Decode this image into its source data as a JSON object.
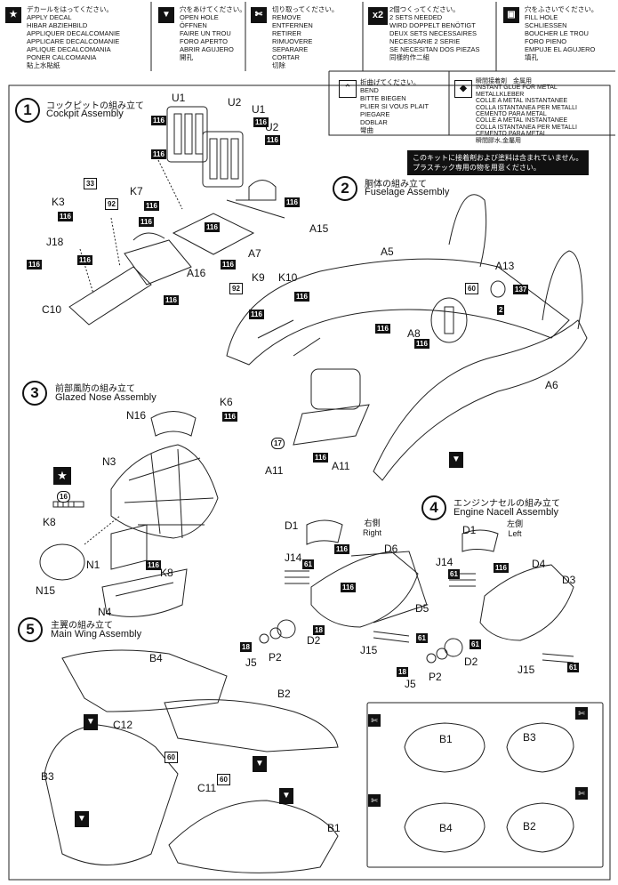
{
  "legend": {
    "decal": [
      "デカールをはってください。",
      "APPLY DECAL",
      "HIBAR ABZIEHBILD",
      "APPLIQUER DECALCOMANIE",
      "APPLICARE DECALCOMANIE",
      "APLIQUE DECALCOMANIA",
      "PONER CALCOMANIA",
      "貼上水貼紙"
    ],
    "open_hole": [
      "穴をあけてください。",
      "OPEN HOLE",
      "ÖFFNEN",
      "FAIRE UN TROU",
      "FORO APERTO",
      "ABRIR AGUJERO",
      "開孔"
    ],
    "remove": [
      "切り取ってください。",
      "REMOVE",
      "ENTFERNEN",
      "RETIRER",
      "RIMUOVERE",
      "SEPARARE",
      "CORTAR",
      "切除"
    ],
    "x2_badge": "x2",
    "x2": [
      "2個つくってください。",
      "2 SETS NEEDED",
      "WIRD DOPPELT BENÖTIGT",
      "DEUX SETS NECESSAIRES",
      "NECESSARIE 2 SERIE",
      "SE NECESITAN DOS PIEZAS",
      "同樣的作二組"
    ],
    "fill_hole": [
      "穴をふさいでください。",
      "FILL HOLE",
      "SCHLIESSEN",
      "BOUCHER LE TROU",
      "FORO PIENO",
      "EMPUJE EL AGUJERO",
      "填孔"
    ],
    "bend": [
      "折曲げてください。",
      "BEND",
      "BITTE BIEGEN",
      "PLIER SI VOUS PLAIT",
      "PIEGARE",
      "DOBLAR",
      "彎曲"
    ],
    "glue": [
      "瞬間接着剤　金属用",
      "INSTANT GLUE FOR METAL",
      "METALLKLEBER",
      "COLLE A METAL INSTANTANEE",
      "COLLA ISTANTANEA PER METALLI",
      "CEMENTO PARA METAL",
      "COLLE A METAL INSTANTANEE",
      "COLLA ISTANTANEA PER METALLI",
      "CEMENTO PARA METAL",
      "瞬間膠水,金屬用"
    ]
  },
  "warning_note": [
    "このキットに接着剤および塗料は含まれていません。",
    "プラスチック専用の物を用意ください。"
  ],
  "steps": [
    {
      "no": "1",
      "jp": "コックピットの組み立て",
      "en": "Cockpit Assembly"
    },
    {
      "no": "2",
      "jp": "胴体の組み立て",
      "en": "Fuselage Assembly"
    },
    {
      "no": "3",
      "jp": "前部風防の組み立て",
      "en": "Glazed Nose Assembly"
    },
    {
      "no": "4",
      "jp": "エンジンナセルの組み立て",
      "en": "Engine Nacell Assembly"
    },
    {
      "no": "5",
      "jp": "主翼の組み立て",
      "en": "Main Wing Assembly"
    }
  ],
  "sides": {
    "right_jp": "右側",
    "right_en": "Right",
    "left_jp": "左側",
    "left_en": "Left"
  },
  "parts": {
    "u1a": "U1",
    "u2a": "U2",
    "u1b": "U1",
    "u2b": "U2",
    "k3": "K3",
    "k7": "K7",
    "a15": "A15",
    "j18": "J18",
    "a7": "A7",
    "a16": "A16",
    "c10": "C10",
    "a5": "A5",
    "a13": "A13",
    "k9": "K9",
    "k10": "K10",
    "a8": "A8",
    "a6": "A6",
    "k6": "K6",
    "a11a": "A11",
    "a11b": "A11",
    "n16": "N16",
    "n3": "N3",
    "k8a": "K8",
    "n1": "N1",
    "k8b": "K8",
    "n15": "N15",
    "n4": "N4",
    "d1r": "D1",
    "d6": "D6",
    "j14r": "J14",
    "d5": "D5",
    "j15r": "J15",
    "d2r": "D2",
    "j5r": "J5",
    "p2r": "P2",
    "d1l": "D1",
    "d4": "D4",
    "j14l": "J14",
    "d3": "D3",
    "j15l": "J15",
    "d2l": "D2",
    "j5l": "J5",
    "p2l": "P2",
    "b4": "B4",
    "c12": "C12",
    "b2": "B2",
    "b3": "B3",
    "c11": "C11",
    "b1": "B1",
    "box_b1": "B1",
    "box_b3": "B3",
    "box_b4": "B4",
    "box_b2": "B2"
  },
  "tags": {
    "t116_1": "116",
    "t116_2": "116",
    "t116_3": "116",
    "t116_4": "116",
    "t33": "33",
    "t116_5": "116",
    "t92": "92",
    "t116_6": "116",
    "t116_7": "116",
    "t116_8": "116",
    "t116_9": "116",
    "t116_10": "116",
    "t116_11": "116",
    "t116_12": "116",
    "t116_13": "116",
    "t92b": "92",
    "t116_14": "116",
    "t116_15": "116",
    "t60a": "60",
    "t137": "137",
    "t2": "2",
    "t116_16": "116",
    "t116_17": "116",
    "t116_18": "116",
    "t17": "17",
    "t116_19": "116",
    "t16": "16",
    "t116_20": "116",
    "t116_21": "116",
    "t61a": "61",
    "t116_22": "116",
    "t61b": "61",
    "t18a": "18",
    "t18b": "18",
    "t61c": "61",
    "t116_23": "116",
    "t61d": "61",
    "t61e": "61",
    "t18c": "18",
    "t60b": "60",
    "t60c": "60"
  }
}
